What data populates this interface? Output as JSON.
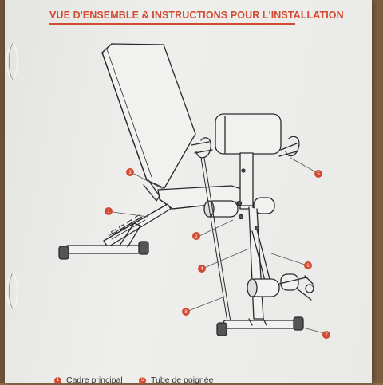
{
  "header": {
    "title": "VUE D'ENSEMBLE & INSTRUCTIONS POUR L'INSTALLATION"
  },
  "callouts": [
    {
      "label": "1"
    },
    {
      "label": "2"
    },
    {
      "label": "3"
    },
    {
      "label": "4"
    },
    {
      "label": "5"
    },
    {
      "label": "6"
    },
    {
      "label": "7"
    },
    {
      "label": "8"
    }
  ],
  "legend": [
    {
      "number": "1",
      "text": "Cadre principal"
    },
    {
      "number": "5",
      "text": "Tube de poignée"
    }
  ],
  "colors": {
    "accent": "#d24a32",
    "paper": "#ececea",
    "line": "#2a2a2a"
  }
}
